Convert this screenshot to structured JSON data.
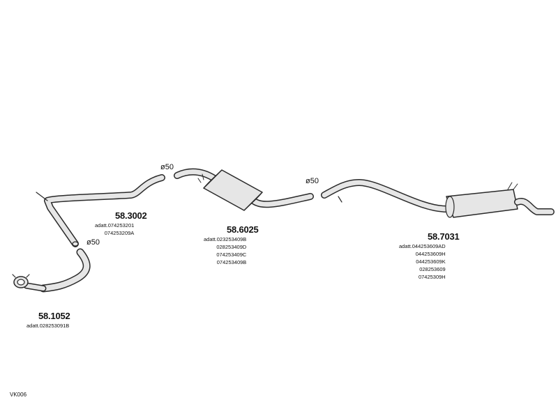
{
  "diagram": {
    "parts": [
      {
        "part_no": "58.1052",
        "adaptations": [
          "adatt.028253091B"
        ]
      },
      {
        "part_no": "58.3002",
        "adaptations": [
          "adatt.074253201",
          "074253209A"
        ]
      },
      {
        "part_no": "58.6025",
        "adaptations": [
          "adatt.023253409B",
          "028253409D",
          "074253409C",
          "074253409B"
        ]
      },
      {
        "part_no": "58.7031",
        "adaptations": [
          "adatt.044253609AD",
          "044253609H",
          "044253609K",
          "028253609",
          "07425309H"
        ]
      }
    ],
    "diameters": [
      "ø50",
      "ø50",
      "ø50"
    ],
    "drawing_code": "VK006",
    "line_color": "#2a2a2a",
    "fill_color": "#e6e6e6"
  }
}
